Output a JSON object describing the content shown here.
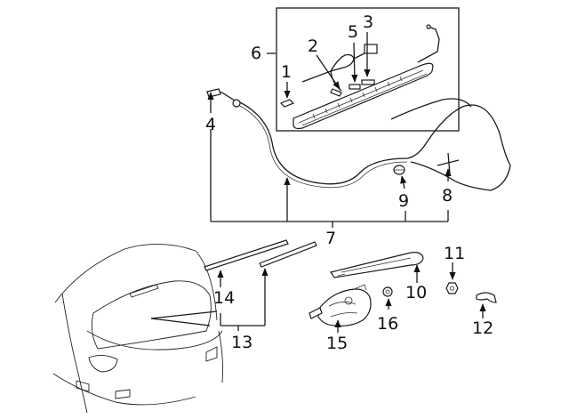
{
  "diagram": {
    "callouts": [
      {
        "id": "c1",
        "text": "1"
      },
      {
        "id": "c2",
        "text": "2"
      },
      {
        "id": "c3",
        "text": "3"
      },
      {
        "id": "c4",
        "text": "4"
      },
      {
        "id": "c5",
        "text": "5"
      },
      {
        "id": "c6",
        "text": "6"
      },
      {
        "id": "c7",
        "text": "7"
      },
      {
        "id": "c8",
        "text": "8"
      },
      {
        "id": "c9",
        "text": "9"
      },
      {
        "id": "c10",
        "text": "10"
      },
      {
        "id": "c11",
        "text": "11"
      },
      {
        "id": "c12",
        "text": "12"
      },
      {
        "id": "c13",
        "text": "13"
      },
      {
        "id": "c14",
        "text": "14"
      },
      {
        "id": "c15",
        "text": "15"
      },
      {
        "id": "c16",
        "text": "16"
      }
    ],
    "colors": {
      "line": "#1a1a1a",
      "background": "#ffffff"
    }
  }
}
